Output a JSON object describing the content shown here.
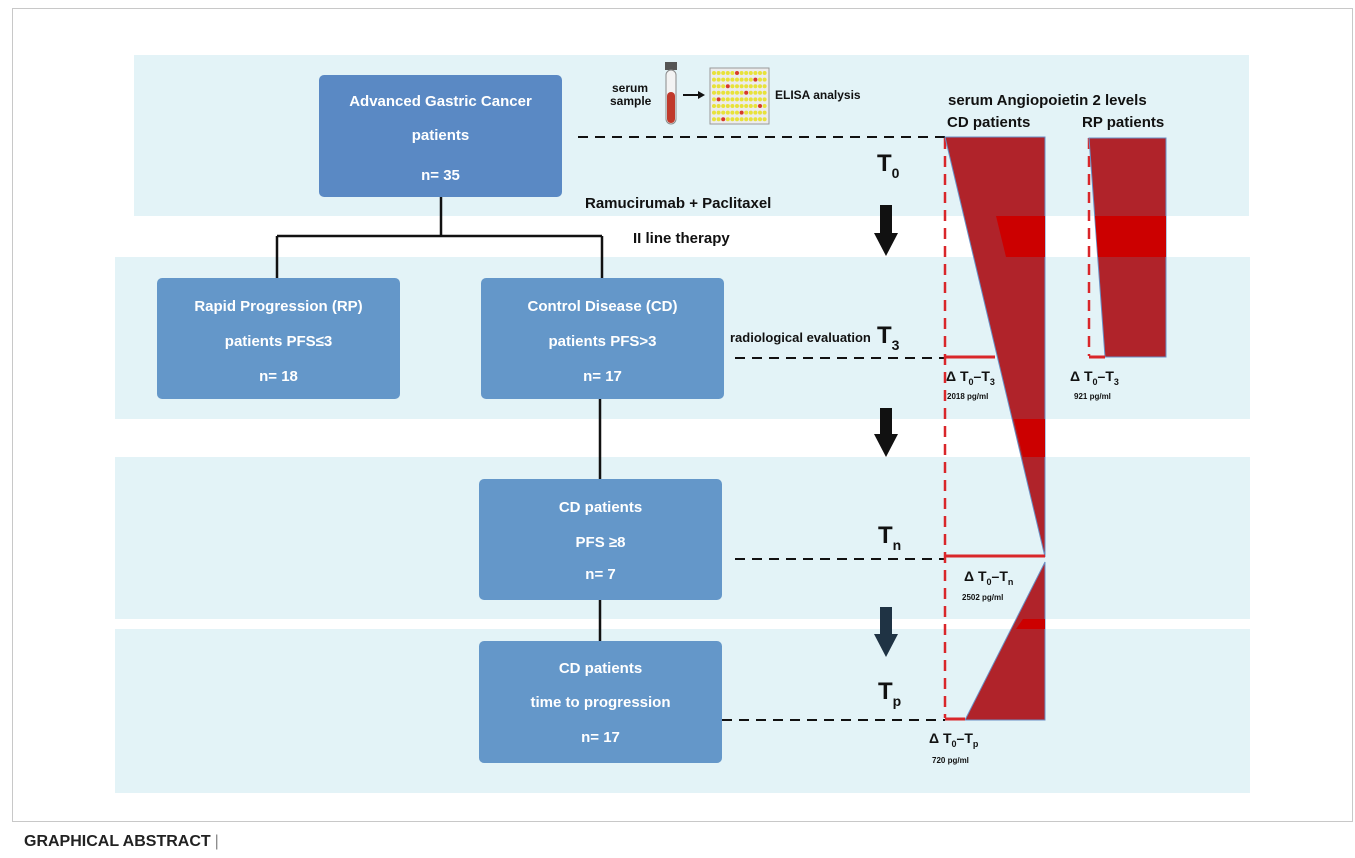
{
  "boxes": {
    "agc": {
      "line1": "Advanced Gastric Cancer",
      "line2": "patients",
      "line3": "n= 35"
    },
    "rp": {
      "line1": "Rapid Progression (RP)",
      "line2": "patients PFS≤3",
      "line3": "n= 18"
    },
    "cd": {
      "line1": "Control Disease (CD)",
      "line2": "patients PFS>3",
      "line3": "n= 17"
    },
    "cd8": {
      "line1": "CD patients",
      "line2": "PFS ≥8",
      "line3": "n= 7"
    },
    "cdp": {
      "line1": "CD patients",
      "line2": "time to progression",
      "line3": "n= 17"
    }
  },
  "sample": {
    "serum": "serum",
    "sample": "sample",
    "elisa": "ELISA analysis"
  },
  "therapy": {
    "line1": "Ramucirumab + Paclitaxel",
    "line2": "II line therapy"
  },
  "radiological": "radiological evaluation",
  "timepoints": {
    "t0": {
      "base": "T",
      "sub": "0"
    },
    "t3": {
      "base": "T",
      "sub": "3"
    },
    "tn": {
      "base": "T",
      "sub": "n"
    },
    "tp": {
      "base": "T",
      "sub": "p"
    }
  },
  "levels": {
    "title": "serum Angiopoietin 2 levels",
    "cd_label": "CD patients",
    "rp_label": "RP patients"
  },
  "deltas": {
    "cd_t3": {
      "prefix": "Δ T",
      "s1": "0",
      "mid": "–T",
      "s2": "3",
      "value": "2018 pg/ml"
    },
    "rp_t3": {
      "prefix": "Δ T",
      "s1": "0",
      "mid": "–T",
      "s2": "3",
      "value": "921 pg/ml"
    },
    "cd_tn": {
      "prefix": "Δ T",
      "s1": "0",
      "mid": "–T",
      "s2": "n",
      "value": "2502  pg/ml"
    },
    "cd_tp": {
      "prefix": "Δ T",
      "s1": "0",
      "mid": "–T",
      "s2": "p",
      "value": "720  pg/ml"
    }
  },
  "caption": "GRAPHICAL ABSTRACT",
  "colors": {
    "band": "#e3f3f7",
    "box": "#6497c9",
    "box_dark": "#5a89c4",
    "red": "#b0232a",
    "red_bright": "#cc0000",
    "dash_red": "#d9262a"
  },
  "icons": [
    "test-tube-icon",
    "elisa-plate-icon",
    "arrow-right-icon",
    "arrow-down-icon"
  ]
}
